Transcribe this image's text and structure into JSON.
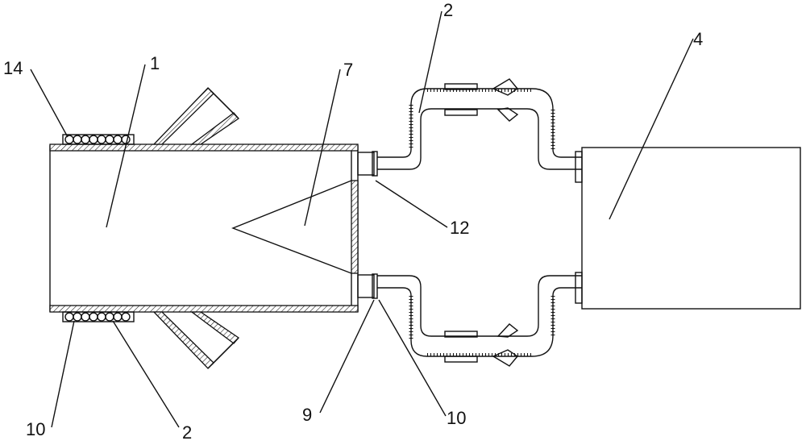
{
  "labels": {
    "l1": "1",
    "l2_top": "2",
    "l2_bottom": "2",
    "l4": "4",
    "l7": "7",
    "l9": "9",
    "l10_left": "10",
    "l10_right": "10",
    "l12": "12",
    "l14": "14"
  }
}
